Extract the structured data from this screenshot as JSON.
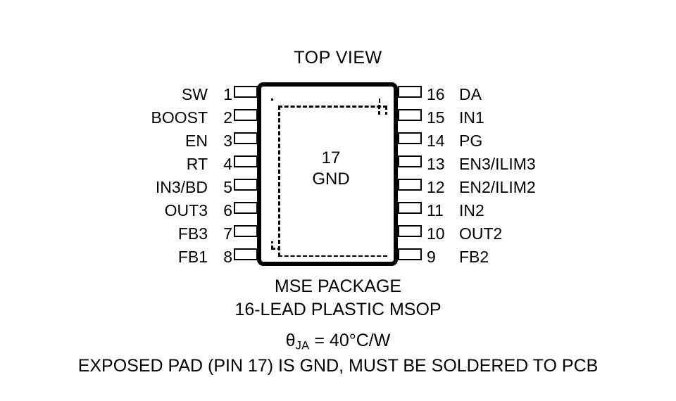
{
  "diagram": {
    "view_title": "TOP VIEW",
    "package_center": {
      "pin_number": "17",
      "pin_name": "GND"
    },
    "left_pins": [
      {
        "number": "1",
        "name": "SW"
      },
      {
        "number": "2",
        "name": "BOOST"
      },
      {
        "number": "3",
        "name": "EN"
      },
      {
        "number": "4",
        "name": "RT"
      },
      {
        "number": "5",
        "name": "IN3/BD"
      },
      {
        "number": "6",
        "name": "OUT3"
      },
      {
        "number": "7",
        "name": "FB3"
      },
      {
        "number": "8",
        "name": "FB1"
      }
    ],
    "right_pins": [
      {
        "number": "16",
        "name": "DA"
      },
      {
        "number": "15",
        "name": "IN1"
      },
      {
        "number": "14",
        "name": "PG"
      },
      {
        "number": "13",
        "name": "EN3/ILIM3"
      },
      {
        "number": "12",
        "name": "EN2/ILIM2"
      },
      {
        "number": "11",
        "name": "IN2"
      },
      {
        "number": "10",
        "name": "OUT2"
      },
      {
        "number": "9",
        "name": "FB2"
      }
    ],
    "caption": {
      "line1": "MSE PACKAGE",
      "line2": "16-LEAD PLASTIC MSOP",
      "theta_symbol": "θ",
      "theta_subscript": "JA",
      "theta_value": " = 40°C/W",
      "line4": "EXPOSED PAD (PIN 17) IS GND, MUST BE SOLDERED TO PCB"
    },
    "colors": {
      "ink": "#000000",
      "background": "#ffffff"
    }
  }
}
